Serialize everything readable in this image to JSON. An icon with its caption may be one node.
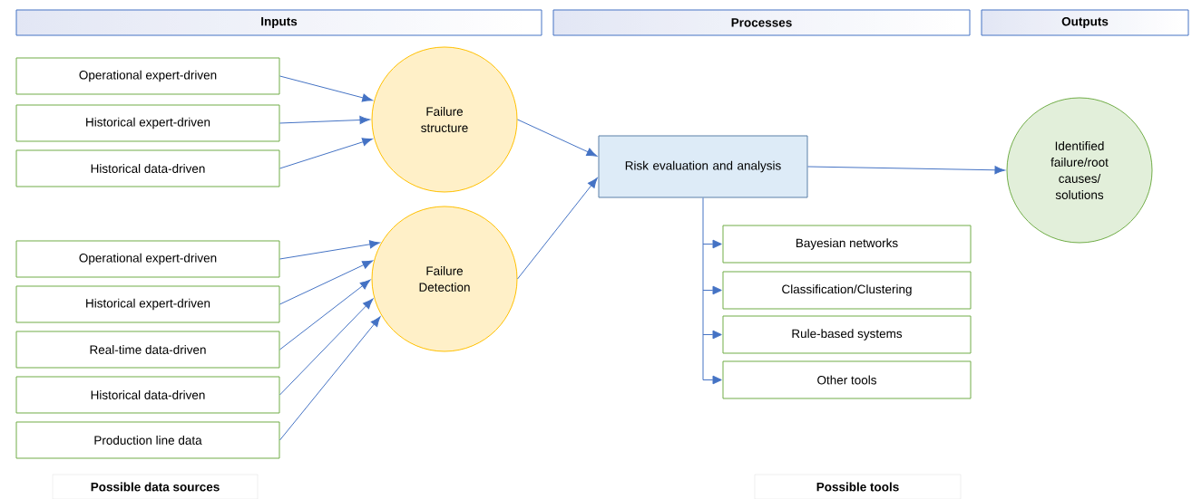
{
  "diagram": {
    "nodes": [
      {
        "text": [
          "Inputs"
        ]
      },
      {
        "text": [
          "Processes"
        ]
      },
      {
        "text": [
          "Outputs"
        ]
      },
      {
        "text": [
          "Operational expert-driven"
        ]
      },
      {
        "text": [
          "Historical expert-driven"
        ]
      },
      {
        "text": [
          "Historical data-driven"
        ]
      },
      {
        "text": [
          "Failure structure"
        ]
      },
      {
        "text": [
          "Operational expert-driven"
        ]
      },
      {
        "text": [
          "Historical expert-driven"
        ]
      },
      {
        "text": [
          "Real-time data-driven"
        ]
      },
      {
        "text": [
          "Historical data-driven"
        ]
      },
      {
        "text": [
          "Production line data"
        ]
      },
      {
        "text": [
          "Failure Detection"
        ]
      },
      {
        "text": [
          "Risk evaluation and analysis"
        ]
      },
      {
        "text": [
          "Identified failure/root causes/ solutions"
        ]
      },
      {
        "text": [
          "Bayesian networks"
        ]
      },
      {
        "text": [
          "Classification/Clustering"
        ]
      },
      {
        "text": [
          "Rule-based systems"
        ]
      },
      {
        "text": [
          "Other tools"
        ]
      },
      {
        "text": [
          "Possible data sources"
        ]
      },
      {
        "text": [
          "Possible tools"
        ]
      }
    ],
    "edges": [
      {
        "from": 3,
        "to": 6,
        "arrow": "to"
      },
      {
        "from": 4,
        "to": 6,
        "arrow": "to"
      },
      {
        "from": 5,
        "to": 6,
        "arrow": "to"
      },
      {
        "from": 7,
        "to": 12,
        "arrow": "to"
      },
      {
        "from": 8,
        "to": 12,
        "arrow": "to"
      },
      {
        "from": 9,
        "to": 12,
        "arrow": "to"
      },
      {
        "from": 10,
        "to": 12,
        "arrow": "to"
      },
      {
        "from": 11,
        "to": 12,
        "arrow": "to"
      },
      {
        "from": 6,
        "to": 13,
        "arrow": "to"
      },
      {
        "from": 12,
        "to": 13,
        "arrow": "to"
      },
      {
        "from": 13,
        "to": 14,
        "arrow": "to"
      },
      {
        "from": 13,
        "to": 15,
        "arrow": "to"
      },
      {
        "from": 13,
        "to": 16,
        "arrow": "to"
      },
      {
        "from": 13,
        "to": 17,
        "arrow": "to"
      },
      {
        "from": 13,
        "to": 18,
        "arrow": "to"
      }
    ]
  }
}
